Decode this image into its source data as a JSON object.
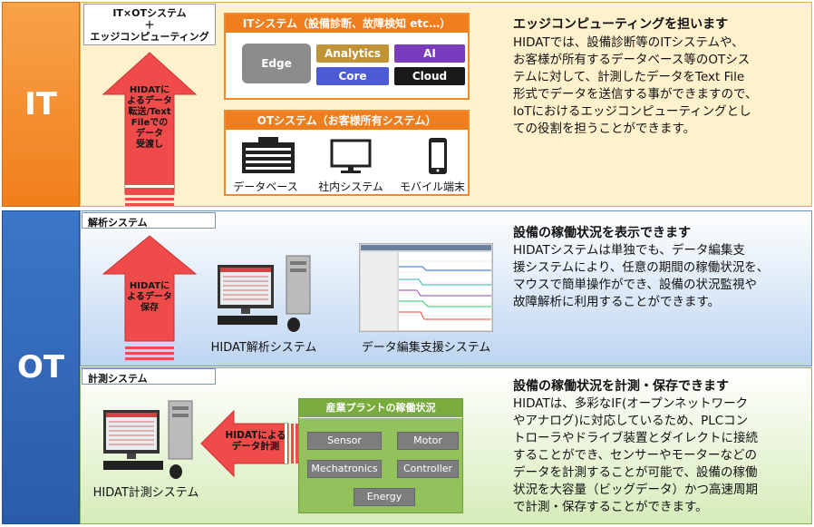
{
  "sections": {
    "it": "IT",
    "ot": "OT"
  },
  "tags": {
    "itot_line1": "IT×OTシステム",
    "itot_line2": "＋",
    "itot_line3": "エッジコンピューティング",
    "analysis": "解析システム",
    "measure": "計測システム"
  },
  "it_system": {
    "title": "ITシステム（設備診断、故障検知 etc…）",
    "edge": "Edge",
    "analytics": "Analytics",
    "ai": "AI",
    "core": "Core",
    "cloud": "Cloud"
  },
  "ot_system": {
    "title": "OTシステム（お客様所有システム）",
    "items": [
      "データベース",
      "社内システム",
      "モバイル端末"
    ]
  },
  "arrows": {
    "it": [
      "HIDATに",
      "よるデータ",
      "転送/Text",
      "Fileでの",
      "データ",
      "受渡し"
    ],
    "analysis": [
      "HIDATに",
      "よるデータ",
      "保存"
    ],
    "measure": [
      "HIDATによる",
      "データ計測"
    ]
  },
  "captions": {
    "hidat_analysis": "HIDAT解析システム",
    "data_edit": "データ編集支援システム",
    "hidat_measure": "HIDAT計測システム"
  },
  "plant": {
    "title": "産業プラントの稼働状況",
    "items": [
      "Sensor",
      "Motor",
      "Mechatronics",
      "Controller",
      "Energy"
    ]
  },
  "texts": {
    "it_heading": "エッジコンピューティングを担います",
    "it_lines": [
      "HIDATでは、設備診断等のITシステムや、",
      "お客様が所有するデータベース等のOTシス",
      "テムに対して、計測したデータをText File",
      "形式でデータを送信する事ができますので、",
      "IoTにおけるエッジコンピューティングとし",
      "ての役割を担うことができます。"
    ],
    "analysis_heading": "設備の稼働状況を表示できます",
    "analysis_lines": [
      "HIDATシステムは単独でも、データ編集支",
      "援システムにより、任意の期間の稼働状況を、",
      "マウスで簡単操作ができ、設備の状況監視や",
      "故障解析に利用することができます。"
    ],
    "measure_heading": "設備の稼働状況を計測・保存できます",
    "measure_lines": [
      "HIDATは、多彩なIF(オープンネットワーク",
      "やアナログ)に対応しているため、PLCコン",
      "トローラやドライブ装置とダイレクトに接続",
      "することができ、センサーやモーターなどの",
      "データを計測することが可能で、設備の稼働",
      "状況を大容量（ビッグデータ）かつ高速周期",
      "で計測・保存することができます。"
    ]
  },
  "colors": {
    "orange": "#f07e1c",
    "blue": "#2a5ca8",
    "green": "#93c15b",
    "arrow_red": "#f04b4b"
  }
}
